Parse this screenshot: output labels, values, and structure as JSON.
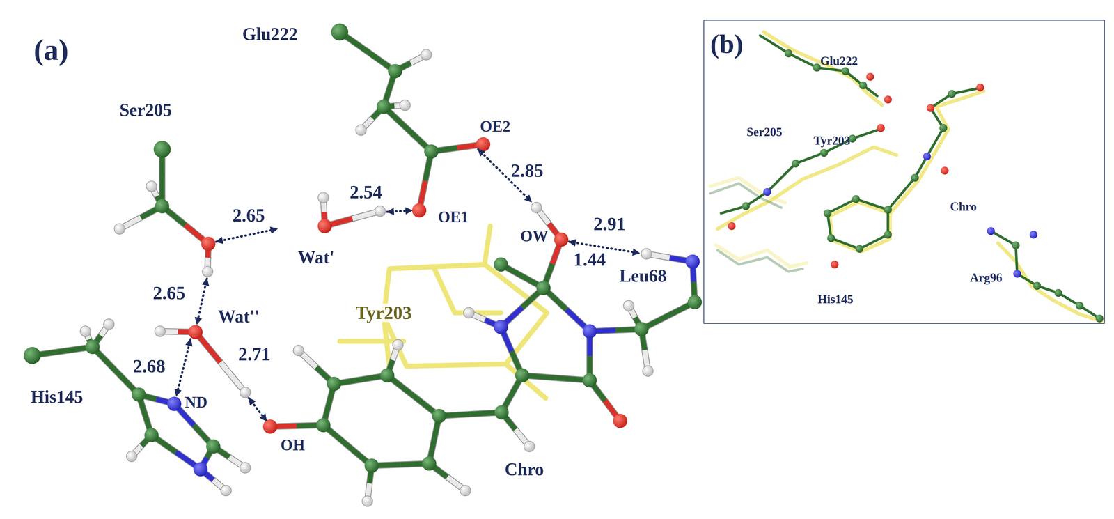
{
  "diagram": {
    "nodes": [
      {
        "text": [
          "(b)",
          "Glu222",
          "Ser205",
          "Tyr203",
          "Chro",
          "His145",
          "Arg96"
        ]
      }
    ],
    "labels": [
      "(a)",
      "Glu222",
      "Ser205",
      "OE2",
      "2.85",
      "2.54",
      "2.65",
      "Wat'",
      "OE1",
      "OW",
      "2.91",
      "1.44",
      "Leu68",
      "2.65",
      "Wat''",
      "Tyr203",
      "2.68",
      "2.71",
      "His145",
      "ND",
      "OH",
      "Chro"
    ]
  }
}
